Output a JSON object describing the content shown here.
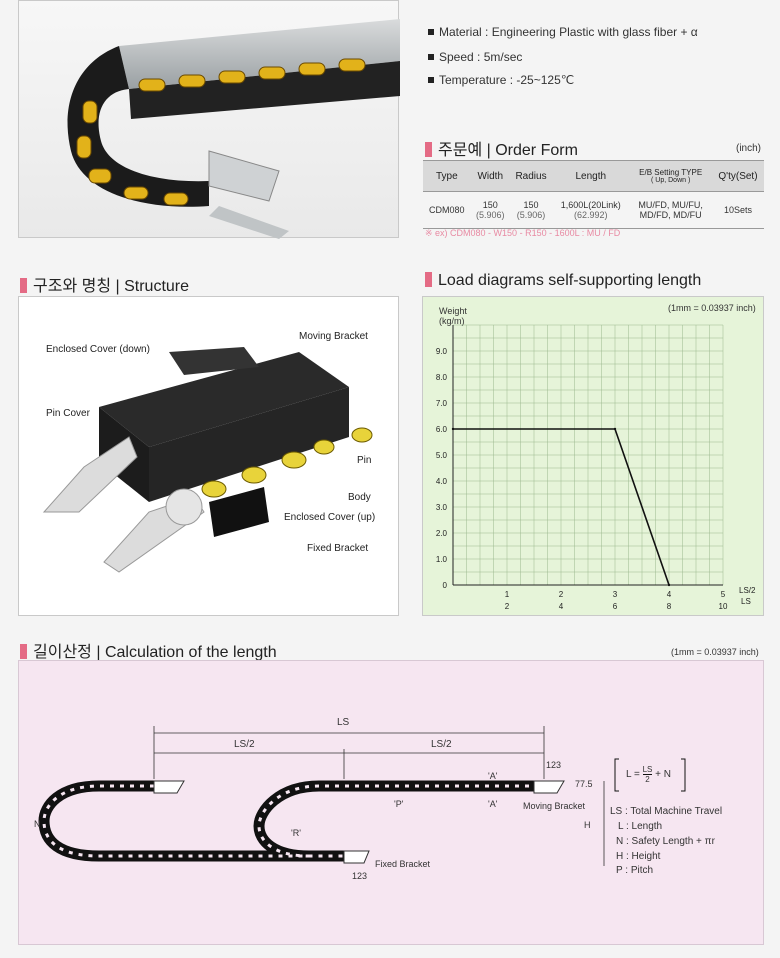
{
  "specs": [
    {
      "label": "Material",
      "value": "Engineering Plastic with glass fiber + α"
    },
    {
      "label": "Speed",
      "value": "5m/sec"
    },
    {
      "label": "Temperature",
      "value": "-25~125℃"
    }
  ],
  "order_form": {
    "title_kr": "주문예",
    "title_en": "Order Form",
    "unit": "(inch)",
    "headers": [
      "Type",
      "Width",
      "Radius",
      "Length",
      "E/B Setting TYPE",
      "Q'ty(Set)"
    ],
    "header_sub": "( Up, Down )",
    "row": {
      "type": "CDM080",
      "width": "150",
      "width_sub": "(5.906)",
      "radius": "150",
      "radius_sub": "(5.906)",
      "length": "1,600L(20Link)",
      "length_sub": "(62.992)",
      "setting1": "MU/FD, MU/FU,",
      "setting2": "MD/FD, MD/FU",
      "qty": "10Sets"
    },
    "example": "※ ex) CDM080 - W150 - R150 - 1600L : MU / FD"
  },
  "structure": {
    "title_kr": "구조와 명칭",
    "title_en": "Structure",
    "labels": {
      "moving_bracket": "Moving Bracket",
      "enclosed_cover_down": "Enclosed Cover (down)",
      "pin_cover": "Pin Cover",
      "pin": "Pin",
      "body": "Body",
      "enclosed_cover_up": "Enclosed Cover (up)",
      "fixed_bracket": "Fixed Bracket"
    }
  },
  "load": {
    "title": "Load diagrams self-supporting length",
    "unit": "(1mm = 0.03937 inch)",
    "weight_label1": "Weight",
    "weight_label2": "(kg/m)",
    "x_label1": "LS/2",
    "x_label2": "LS",
    "x_ticks1": [
      "1",
      "2",
      "3",
      "4",
      "5"
    ],
    "x_ticks2": [
      "2",
      "4",
      "6",
      "8",
      "10"
    ],
    "y_ticks": [
      "0",
      "1.0",
      "2.0",
      "3.0",
      "4.0",
      "5.0",
      "6.0",
      "7.0",
      "8.0",
      "9.0"
    ]
  },
  "chart_data": {
    "type": "line",
    "title": "Load diagrams self-supporting length",
    "xlabel": "LS/2",
    "ylabel": "Weight (kg/m)",
    "x": [
      0,
      3,
      4
    ],
    "series": [
      {
        "values": [
          6.0,
          6.0,
          0
        ]
      }
    ],
    "xlim": [
      0,
      5
    ],
    "ylim": [
      0,
      10
    ],
    "grid": true
  },
  "calc": {
    "title_kr": "길이산정",
    "title_en": "Calculation of the length",
    "unit": "(1mm = 0.03937 inch)",
    "ls": "LS",
    "ls_half1": "LS/2",
    "ls_half2": "LS/2",
    "dim_123_top": "123",
    "dim_123_bottom": "123",
    "dim_77": "77.5",
    "a_top": "'A'",
    "a_bottom": "'A'",
    "p": "'P'",
    "r": "'R'",
    "n": "N",
    "h": "H",
    "moving_bracket": "Moving Bracket",
    "fixed_bracket": "Fixed Bracket",
    "formula_left": "L = ",
    "formula_num": "LS",
    "formula_den": "2",
    "formula_right": "+ N",
    "legend": [
      "LS : Total Machine Travel",
      "L : Length",
      "N : Safety Length + πr",
      "H : Height",
      "P : Pitch"
    ]
  }
}
